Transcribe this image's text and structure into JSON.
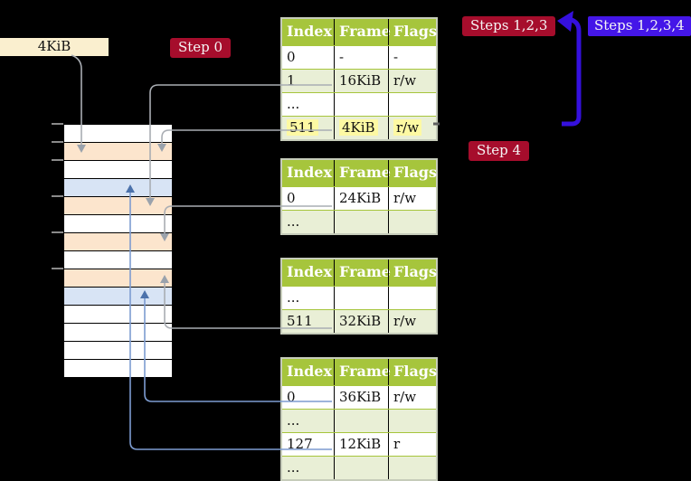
{
  "palette": {
    "background": "#000000",
    "label_red_bg": "#a60d2c",
    "label_blue_bg": "#4416e8",
    "label_cream_bg": "#faefcf",
    "table_header_bg": "#a6c53c",
    "table_row_alt_bg": "#e9efd6",
    "table_border": "#c6ccba",
    "highlight_yellow": "#fdf9a3",
    "mem_white": "#ffffff",
    "mem_orange": "#fce5cd",
    "mem_blue": "#d8e4f5",
    "connector_gray": "#a9adb3",
    "connector_blue": "#7d9cd1",
    "arrowhead_gray": "#9aa2ac",
    "arrowhead_blue": "#4c72ab",
    "big_arrow_blue": "#3510dd",
    "text_light": "#f5f5f5"
  },
  "labels": {
    "frame_size": "4KiB",
    "step0": "Step 0",
    "steps123": "Steps 1,2,3",
    "steps1234": "Steps 1,2,3,4",
    "step4": "Step 4"
  },
  "table_headers": [
    "Index",
    "Frame",
    "Flags"
  ],
  "tables": [
    {
      "name": "page-table-level-4",
      "rows": [
        {
          "cells": [
            "0",
            "-",
            "-"
          ],
          "shaded": false,
          "highlight": false
        },
        {
          "cells": [
            "1",
            "16KiB",
            "r/w"
          ],
          "shaded": true,
          "highlight": false
        },
        {
          "cells": [
            "...",
            "",
            ""
          ],
          "shaded": false,
          "highlight": false
        },
        {
          "cells": [
            "511",
            "4KiB",
            "r/w"
          ],
          "shaded": true,
          "highlight": true
        }
      ]
    },
    {
      "name": "page-table-level-3",
      "rows": [
        {
          "cells": [
            "0",
            "24KiB",
            "r/w"
          ],
          "shaded": false,
          "highlight": false
        },
        {
          "cells": [
            "...",
            "",
            ""
          ],
          "shaded": true,
          "highlight": false
        }
      ]
    },
    {
      "name": "page-table-level-2",
      "rows": [
        {
          "cells": [
            "...",
            "",
            ""
          ],
          "shaded": false,
          "highlight": false
        },
        {
          "cells": [
            "511",
            "32KiB",
            "r/w"
          ],
          "shaded": true,
          "highlight": false
        }
      ]
    },
    {
      "name": "page-table-level-1",
      "rows": [
        {
          "cells": [
            "0",
            "36KiB",
            "r/w"
          ],
          "shaded": false,
          "highlight": false
        },
        {
          "cells": [
            "...",
            "",
            ""
          ],
          "shaded": true,
          "highlight": false
        },
        {
          "cells": [
            "127",
            "12KiB",
            "r"
          ],
          "shaded": false,
          "highlight": false
        },
        {
          "cells": [
            "...",
            "",
            ""
          ],
          "shaded": true,
          "highlight": false
        }
      ]
    }
  ],
  "memory": {
    "rows": [
      "white",
      "orange",
      "white",
      "blue",
      "orange",
      "white",
      "orange",
      "white",
      "orange",
      "blue",
      "white",
      "white",
      "white",
      "white"
    ],
    "tick_ys": [
      137,
      157,
      177,
      217,
      257,
      297
    ]
  }
}
